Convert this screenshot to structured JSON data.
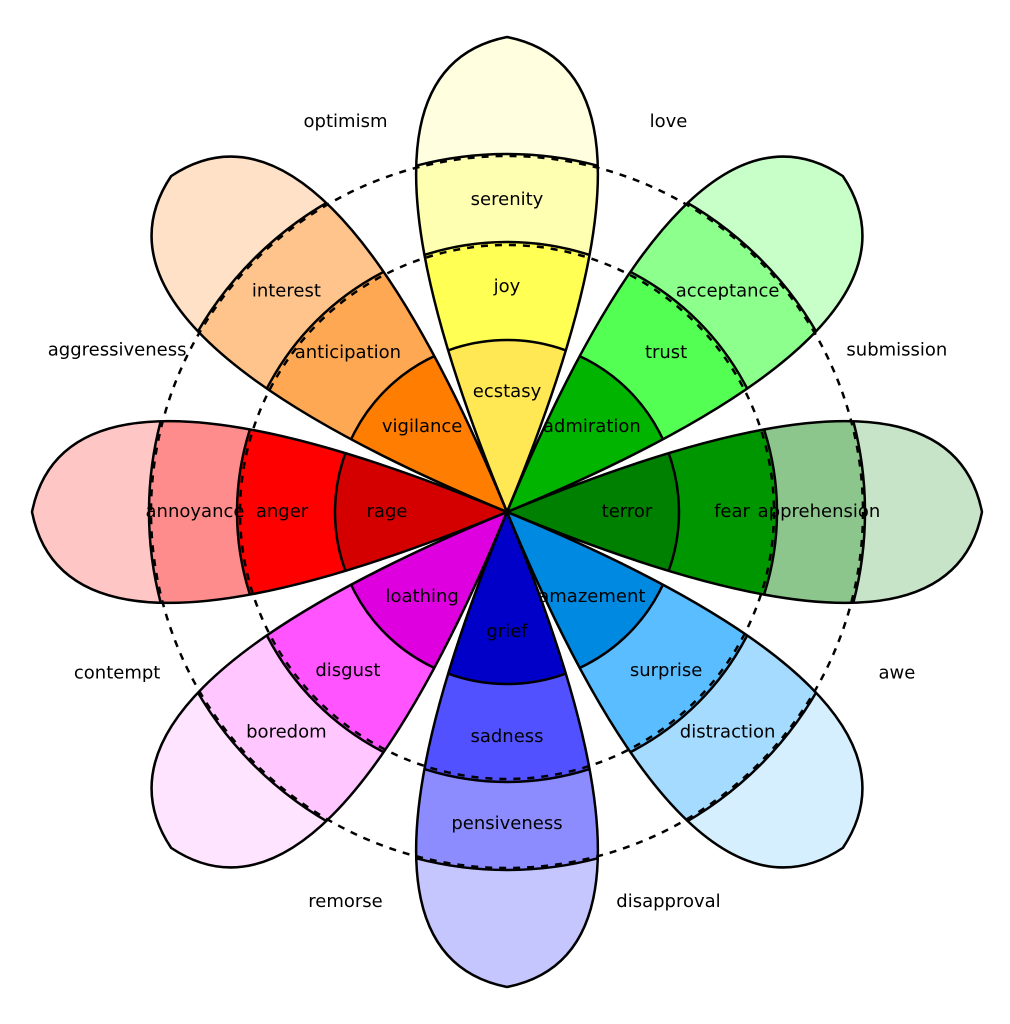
{
  "petals": [
    {
      "id": "yellow",
      "colors": [
        "#ffe854",
        "#ffff54",
        "#ffffb1",
        "#ffffe0"
      ],
      "labels": [
        "ecstasy",
        "joy",
        "serenity"
      ]
    },
    {
      "id": "light-green",
      "colors": [
        "#00b400",
        "#54ff54",
        "#8cff8c",
        "#c8ffc8"
      ],
      "labels": [
        "admiration",
        "trust",
        "acceptance"
      ]
    },
    {
      "id": "dark-green",
      "colors": [
        "#008000",
        "#009600",
        "#8cc68c",
        "#c8e4c8"
      ],
      "labels": [
        "terror",
        "fear",
        "apprehension"
      ]
    },
    {
      "id": "blue",
      "colors": [
        "#0089e0",
        "#59bdff",
        "#a5dbff",
        "#d6efff"
      ],
      "labels": [
        "amazement",
        "surprise",
        "distraction"
      ]
    },
    {
      "id": "indigo",
      "colors": [
        "#0000c8",
        "#5151ff",
        "#8c8cff",
        "#c6c6ff"
      ],
      "labels": [
        "grief",
        "sadness",
        "pensiveness"
      ]
    },
    {
      "id": "magenta",
      "colors": [
        "#de00de",
        "#ff54ff",
        "#ffc6ff",
        "#ffe4ff"
      ],
      "labels": [
        "loathing",
        "disgust",
        "boredom"
      ]
    },
    {
      "id": "red",
      "colors": [
        "#d40000",
        "#ff0000",
        "#ff8c8c",
        "#ffc6c6"
      ],
      "labels": [
        "rage",
        "anger",
        "annoyance"
      ]
    },
    {
      "id": "orange",
      "colors": [
        "#ff7d00",
        "#ffa854",
        "#ffc48c",
        "#ffe1c8"
      ],
      "labels": [
        "vigilance",
        "anticipation",
        "interest"
      ]
    }
  ],
  "dyads": [
    "love",
    "submission",
    "awe",
    "disapproval",
    "remorse",
    "contempt",
    "aggressiveness",
    "optimism"
  ]
}
